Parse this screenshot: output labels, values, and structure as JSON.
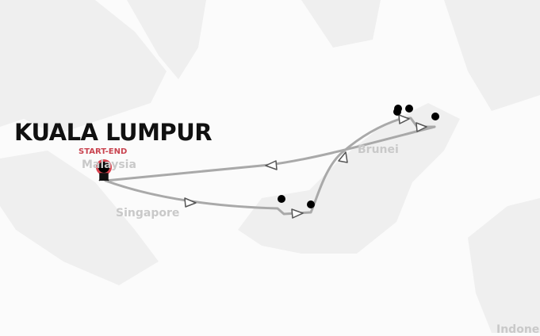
{
  "map": {
    "city_label": "KUALA LUMPUR",
    "start_end_label": "START-END",
    "countries": [
      "Malaysia",
      "Singapore",
      "Brunei",
      "Indone"
    ],
    "colors": {
      "route": "#a8a8a8",
      "arrow": "#555555",
      "stop": "#000000",
      "start_ring": "#d9434f",
      "land": "#eeeeee",
      "sea": "#fbfbfb"
    },
    "stops_count": 6
  }
}
